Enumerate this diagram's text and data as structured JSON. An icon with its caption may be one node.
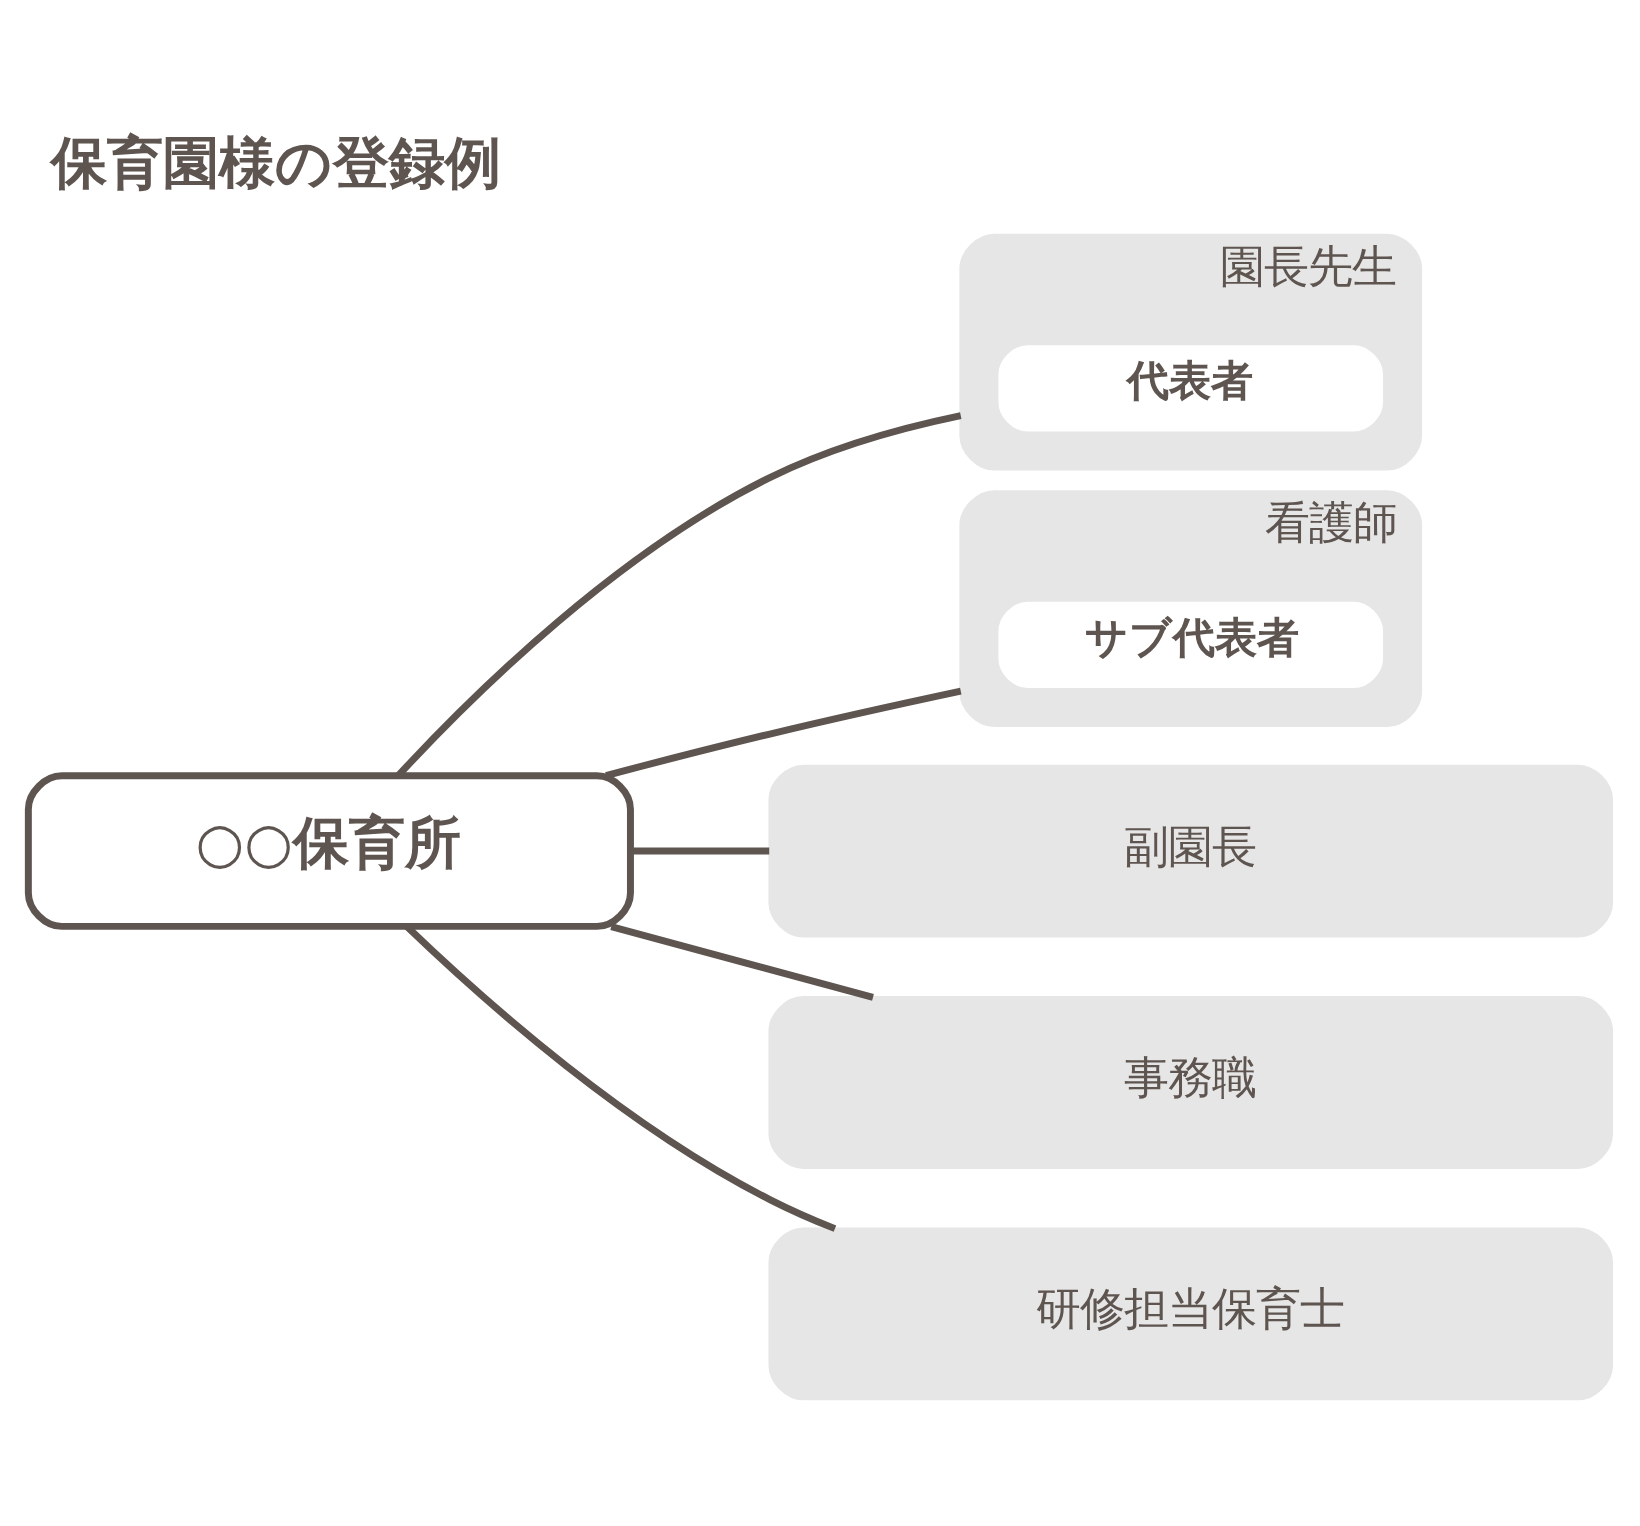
{
  "diagram": {
    "title": "保育園様の登録例",
    "nodes": [
      {
        "text": [
          "○○保育所"
        ]
      },
      {
        "text": [
          "園長先生"
        ]
      },
      {
        "text": [
          "代表者"
        ],
        "in": 1
      },
      {
        "text": [
          "看護師"
        ]
      },
      {
        "text": [
          "サブ代表者"
        ],
        "in": 3
      },
      {
        "text": [
          "副園長"
        ]
      },
      {
        "text": [
          "事務職"
        ]
      },
      {
        "text": [
          "研修担当保育士"
        ]
      }
    ],
    "edges": [
      {
        "from": 0,
        "to": 1,
        "arrow": "none"
      },
      {
        "from": 0,
        "to": 3,
        "arrow": "none"
      },
      {
        "from": 0,
        "to": 5,
        "arrow": "none"
      },
      {
        "from": 0,
        "to": 6,
        "arrow": "none"
      },
      {
        "from": 0,
        "to": 7,
        "arrow": "none"
      }
    ]
  }
}
